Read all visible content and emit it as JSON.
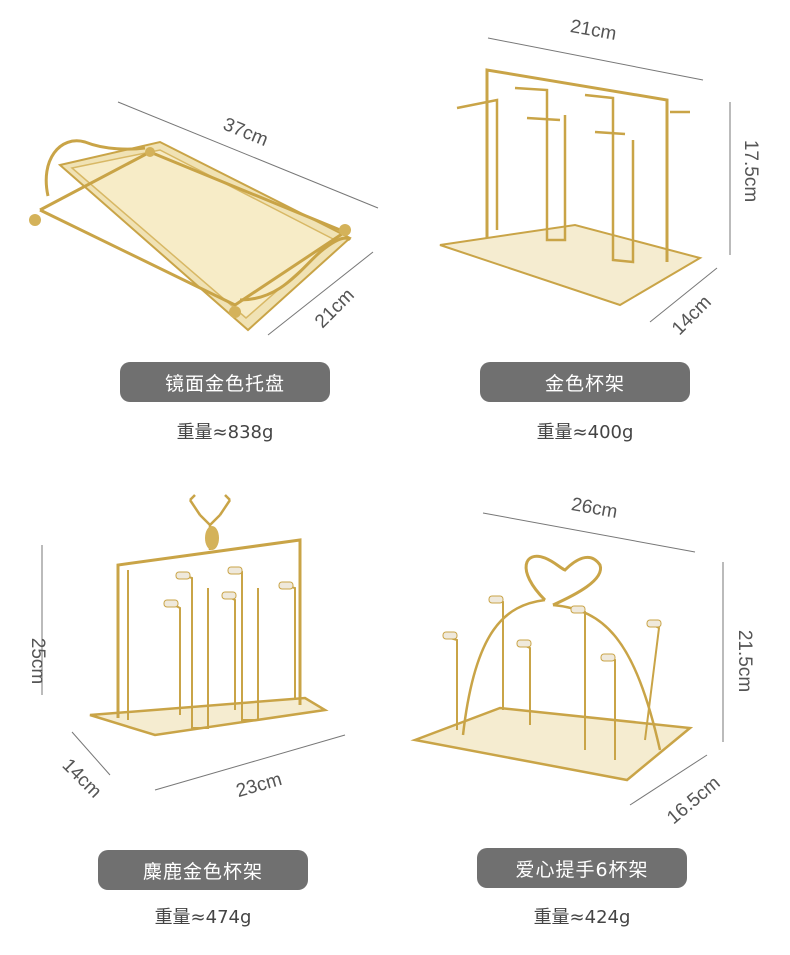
{
  "products": [
    {
      "name": "镜面金色托盘",
      "weight": "重量≈838g",
      "dims": {
        "length": "37cm",
        "width": "21cm"
      },
      "icon": "tray-icon"
    },
    {
      "name": "金色杯架",
      "weight": "重量≈400g",
      "dims": {
        "width": "21cm",
        "height": "17.5cm",
        "depth": "14cm"
      },
      "icon": "cup-rack-icon"
    },
    {
      "name": "麋鹿金色杯架",
      "weight": "重量≈474g",
      "dims": {
        "height": "25cm",
        "depth": "14cm",
        "width": "23cm"
      },
      "icon": "deer-cup-rack-icon"
    },
    {
      "name": "爱心提手6杯架",
      "weight": "重量≈424g",
      "dims": {
        "width": "26cm",
        "height": "21.5cm",
        "depth": "16.5cm"
      },
      "icon": "heart-cup-rack-icon"
    }
  ],
  "colors": {
    "gold": "#d4b25a",
    "gold_light": "#f1e2b8",
    "pill": "#707070"
  }
}
